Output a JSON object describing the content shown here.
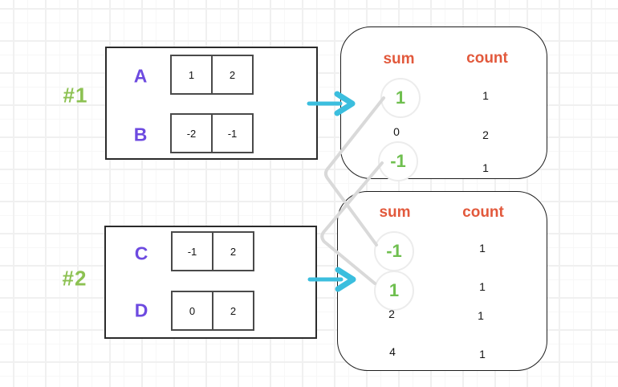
{
  "groups": [
    {
      "label": "#1",
      "arrays": [
        {
          "name": "A",
          "cells": [
            "1",
            "2"
          ]
        },
        {
          "name": "B",
          "cells": [
            "-2",
            "-1"
          ]
        }
      ],
      "result": {
        "header": {
          "sum": "sum",
          "count": "count"
        },
        "rows": [
          {
            "sum": "1",
            "count": "1",
            "highlighted": true
          },
          {
            "sum": "0",
            "count": "2",
            "highlighted": false
          },
          {
            "sum": "-1",
            "count": "1",
            "highlighted": true
          }
        ]
      }
    },
    {
      "label": "#2",
      "arrays": [
        {
          "name": "C",
          "cells": [
            "-1",
            "2"
          ]
        },
        {
          "name": "D",
          "cells": [
            "0",
            "2"
          ]
        }
      ],
      "result": {
        "header": {
          "sum": "sum",
          "count": "count"
        },
        "rows": [
          {
            "sum": "-1",
            "count": "1",
            "highlighted": true
          },
          {
            "sum": "1",
            "count": "1",
            "highlighted": true
          },
          {
            "sum": "2",
            "count": "1",
            "highlighted": false
          },
          {
            "sum": "4",
            "count": "1",
            "highlighted": false
          }
        ]
      }
    }
  ],
  "connectors": [
    {
      "from": "group-1-sum-1",
      "to": "group-2-sum--1"
    },
    {
      "from": "group-1-sum--1",
      "to": "group-2-sum-1"
    }
  ],
  "colors": {
    "array_label": "#6d4ae0",
    "group_label": "#8cc152",
    "result_header": "#e2593c",
    "highlight_value": "#6fbf4f",
    "arrow": "#3bbede",
    "connector": "#d9d9d9",
    "box_border": "#1d1d1d",
    "grid_line": "#f0f0f0"
  }
}
